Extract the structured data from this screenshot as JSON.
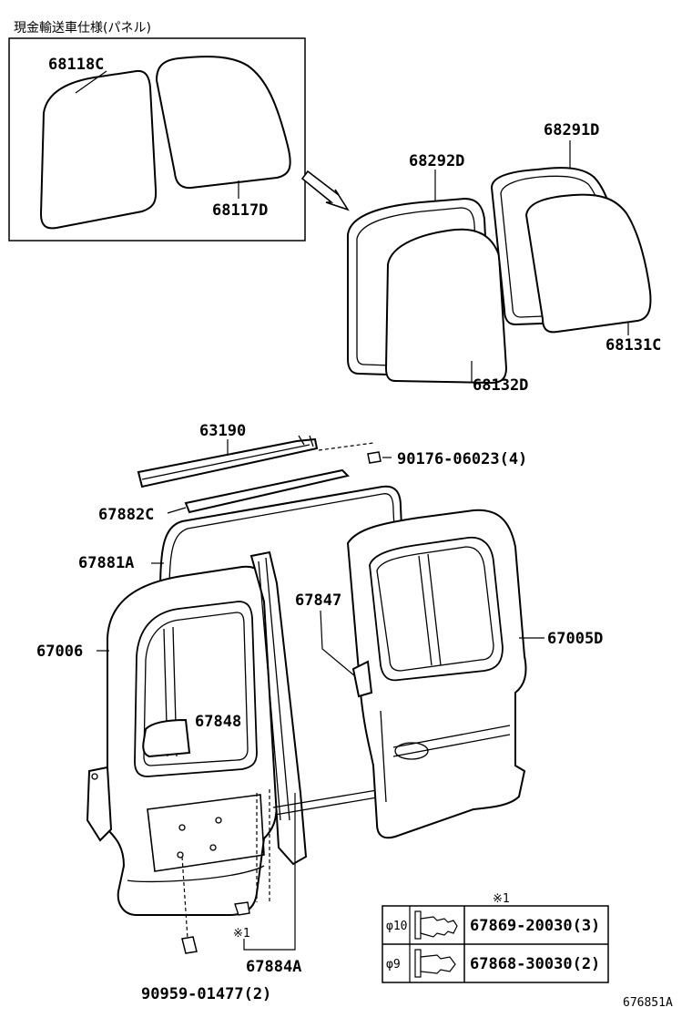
{
  "inset": {
    "title": "現金輸送車仕様(パネル)",
    "parts": [
      "68118C",
      "68117D"
    ]
  },
  "window_parts": {
    "seal_left": "68292D",
    "seal_right": "68291D",
    "glass_right": "68131C",
    "glass_left": "68132D"
  },
  "door_parts": {
    "rail": "63190",
    "rail_bolt": "90176-06023(4)",
    "weatherstrip_upper": "67882C",
    "weatherstrip_outer": "67881A",
    "door_left": "67006",
    "check_bracket": "67847",
    "door_right": "67005D",
    "inner_pad": "67848",
    "clip_group": "67884A",
    "clip_marker": "※1",
    "bottom_clip": "90959-01477(2)"
  },
  "clip_table": {
    "header": "※1",
    "rows": [
      {
        "size": "φ10",
        "part": "67869-20030(3)"
      },
      {
        "size": "φ9",
        "part": "67868-30030(2)"
      }
    ]
  },
  "figure_id": "676851A"
}
